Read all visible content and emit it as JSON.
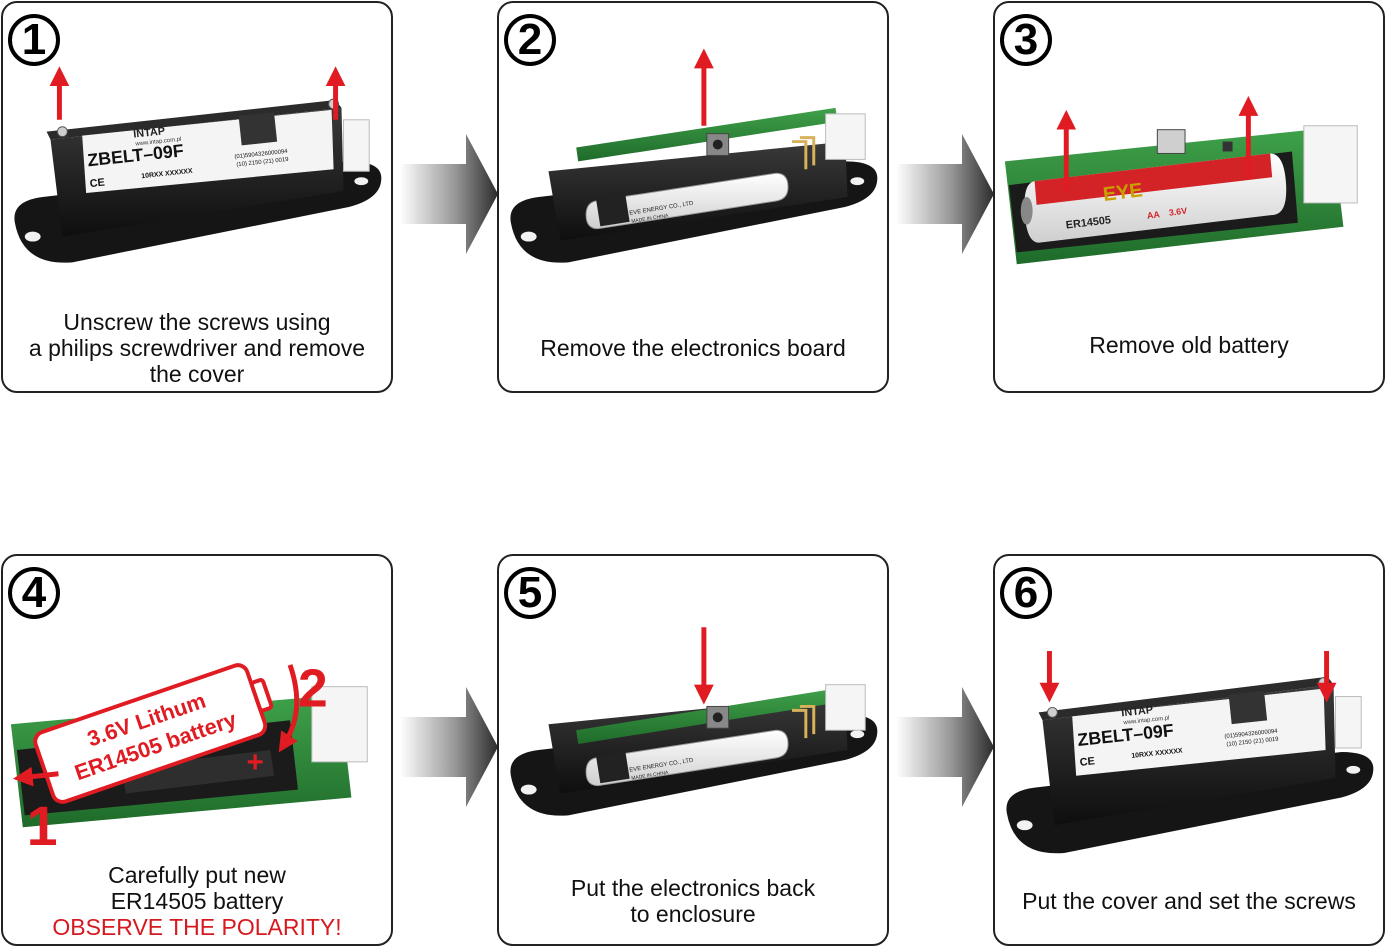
{
  "steps": [
    {
      "number": "1",
      "caption_lines": [
        "Unscrew the screws using",
        "a philips screwdriver and remove",
        "the cover"
      ]
    },
    {
      "number": "2",
      "caption_lines": [
        "Remove the electronics board"
      ]
    },
    {
      "number": "3",
      "caption_lines": [
        "Remove old battery"
      ]
    },
    {
      "number": "4",
      "caption_lines": [
        "Carefully put new",
        "ER14505 battery"
      ],
      "warning": "OBSERVE THE POLARITY!"
    },
    {
      "number": "5",
      "caption_lines": [
        "Put the electronics back",
        "to enclosure"
      ]
    },
    {
      "number": "6",
      "caption_lines": [
        "Put the cover and set the screws"
      ]
    }
  ],
  "device_label": {
    "brand": "INTAP",
    "site": "www.intap.com.pl",
    "model": "ZBELT–09F",
    "ce": "CE",
    "serial": "10RXX XXXXXX",
    "codes1": "(01)5904326000094",
    "codes2": "(10) 2150     (21) 0019"
  },
  "battery": {
    "brand": "EYE",
    "model": "ER14505",
    "size": "AA",
    "voltage": "3.6V",
    "maker": "EVE ENERGY CO., LTD",
    "origin": "MADE IN CHINA"
  },
  "step4_callout": {
    "line1": "3.6V Lithum",
    "line2": "ER14505 battery",
    "marker1": "1",
    "marker2": "2",
    "plus": "+"
  },
  "colors": {
    "arrow_red": "#e01b22",
    "warning_red": "#d71920",
    "enclosure": "#1b1b1b",
    "pcb_green": "#2f8a3a"
  }
}
